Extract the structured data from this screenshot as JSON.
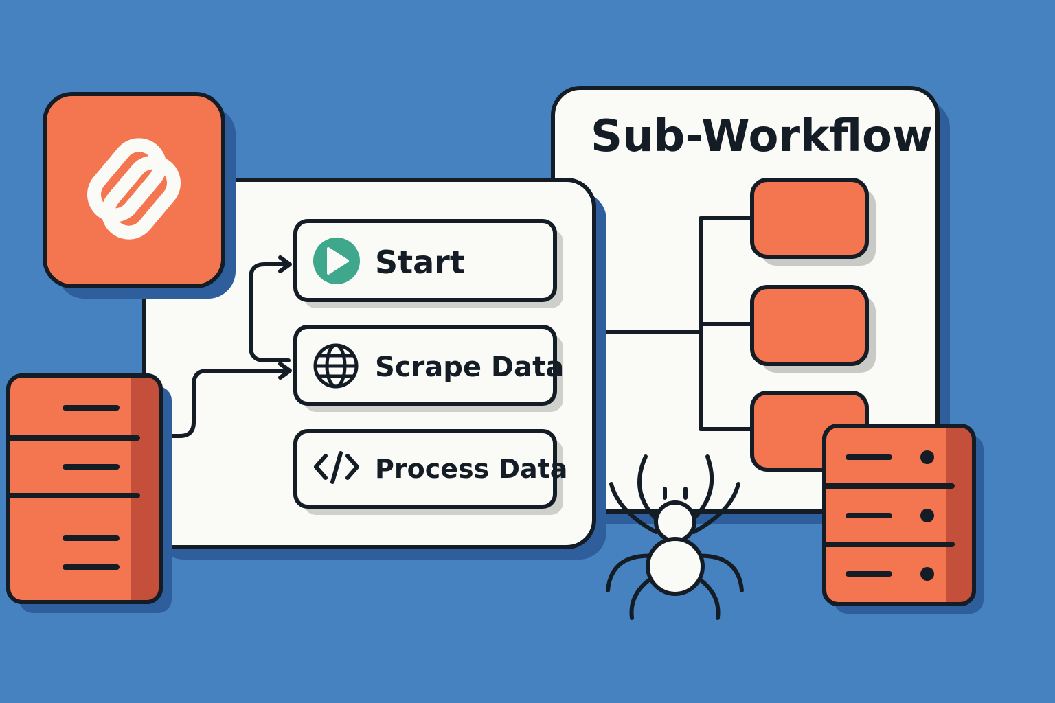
{
  "colors": {
    "background": "#4682C0",
    "shadow": "#2E5E9C",
    "accent": "#F47650",
    "accent_dark": "#C4503B",
    "outline": "#141C26",
    "panel": "#FAFAF7",
    "play": "#3FA88C"
  },
  "sub_workflow": {
    "title": "Sub-Workflow"
  },
  "workflow_steps": [
    {
      "label": "Start",
      "icon": "play-icon"
    },
    {
      "label": "Scrape Data",
      "icon": "globe-icon"
    },
    {
      "label": "Process Data",
      "icon": "code-icon"
    }
  ],
  "icons": [
    "link-icon",
    "database-icon",
    "server-icon",
    "spider-icon"
  ]
}
